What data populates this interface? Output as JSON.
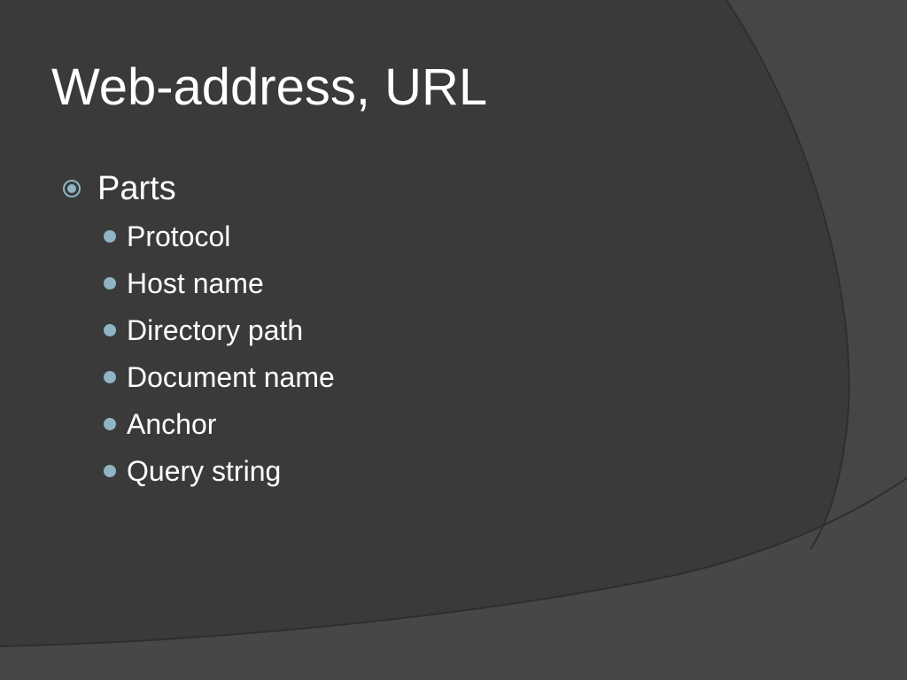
{
  "slide": {
    "title": "Web-address, URL",
    "bullet": {
      "label": "Parts",
      "icon": "circled-dot-icon",
      "sub_items": [
        "Protocol",
        "Host name",
        "Directory path",
        "Document name",
        "Anchor",
        "Query string"
      ]
    }
  },
  "colors": {
    "background": "#3a3a3a",
    "arc_band": "#464646",
    "text": "#ffffff",
    "bullet_accent": "#8fb4c4"
  }
}
